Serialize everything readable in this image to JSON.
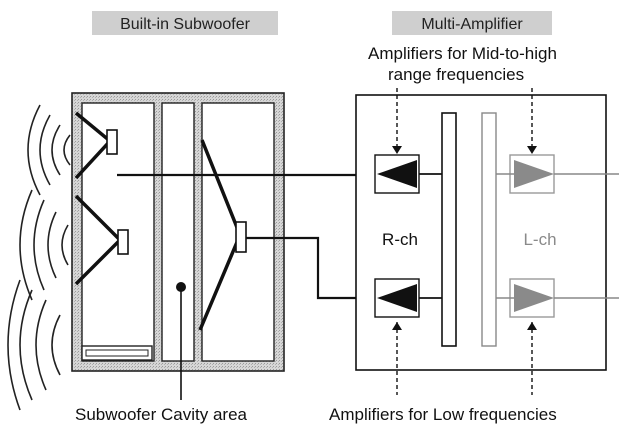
{
  "labels": {
    "subwoofer_title": "Built-in Subwoofer",
    "amplifier_title": "Multi-Amplifier",
    "mid_high_line1": "Amplifiers for Mid-to-high",
    "mid_high_line2": "range frequencies",
    "r_channel": "R-ch",
    "l_channel": "L-ch",
    "cavity": "Subwoofer Cavity area",
    "low_freq": "Amplifiers for Low frequencies"
  },
  "colors": {
    "label_background": "#cfcfcf",
    "line": "#111111",
    "r_amp_fill": "#111111",
    "l_amp_fill": "#8a8a8a",
    "l_channel_text": "#8a8a8a"
  }
}
